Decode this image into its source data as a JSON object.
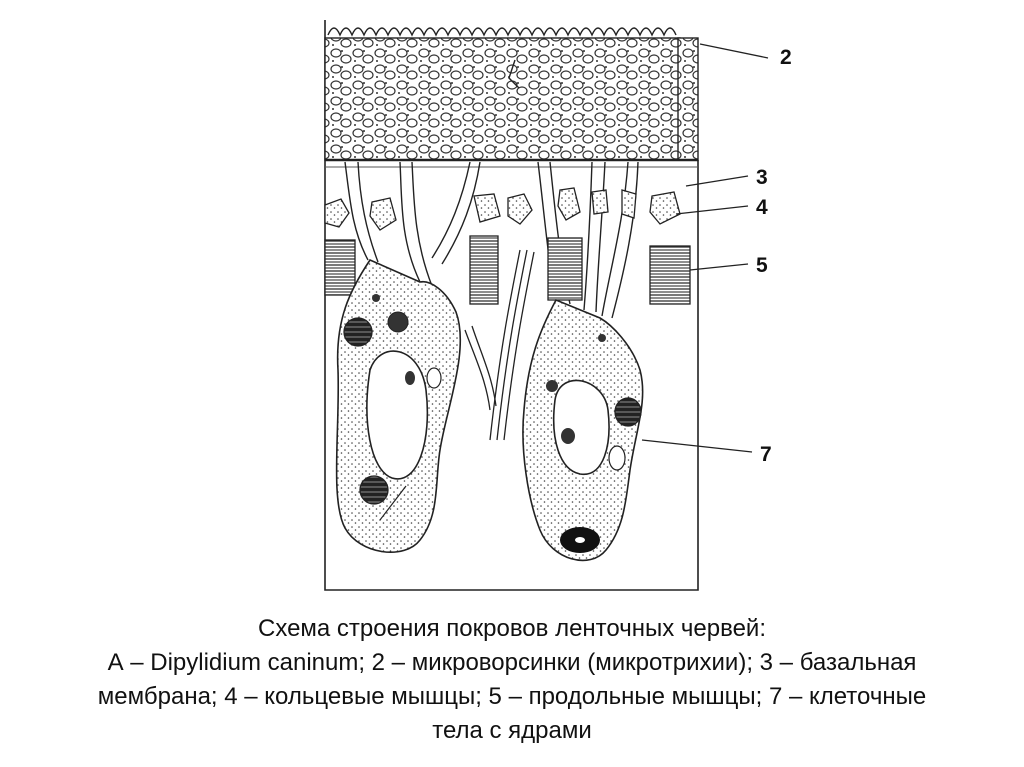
{
  "diagram": {
    "labels": [
      {
        "id": "2",
        "text": "2"
      },
      {
        "id": "3",
        "text": "3"
      },
      {
        "id": "4",
        "text": "4"
      },
      {
        "id": "5",
        "text": "5"
      },
      {
        "id": "7",
        "text": "7"
      }
    ]
  },
  "caption": {
    "line1": "Схема строения покровов ленточных червей:",
    "line2": "А – Dipylidium caninum; 2 – микроворсинки (микротрихии); 3 – базальная",
    "line3": "мембрана; 4 – кольцевые мышцы; 5 – продольные мышцы; 7 – клеточные",
    "line4": "тела с ядрами"
  }
}
